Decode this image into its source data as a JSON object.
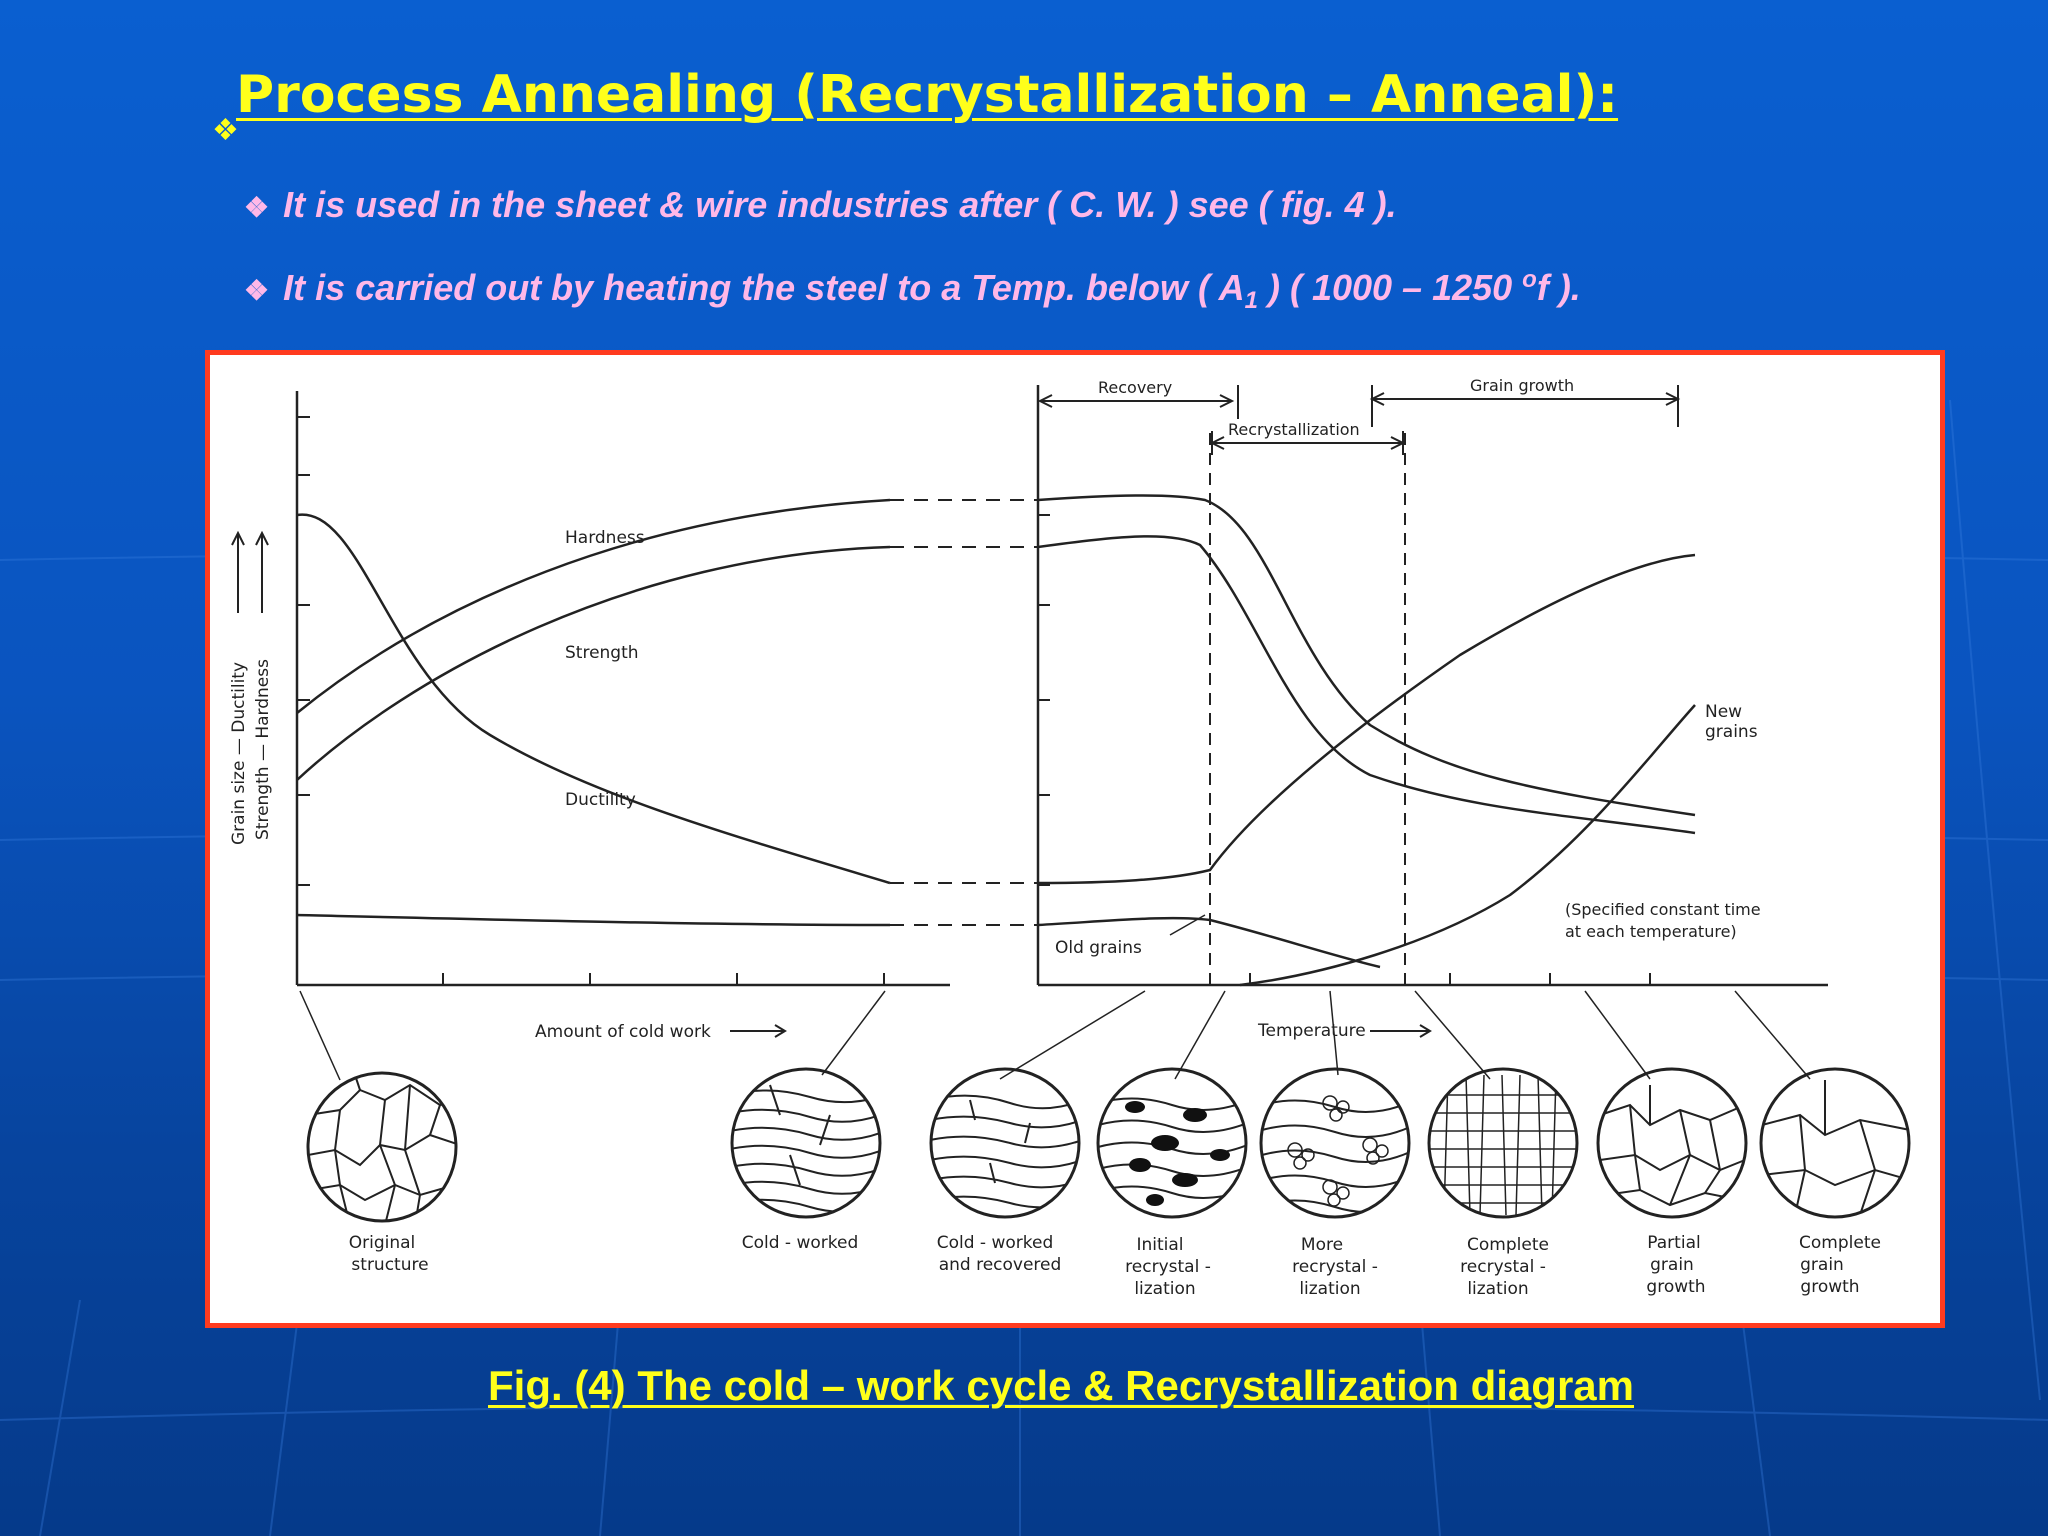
{
  "slide": {
    "title": "Process Annealing (Recrystallization – Anneal):",
    "title_bullet": "❖",
    "bullets": [
      {
        "mark": "❖",
        "text_before": "It is used in the sheet & wire industries after ( C. W. ) see ( fig. 4 ).",
        "subscript": "",
        "text_after": "",
        "superscript": "",
        "text_end": ""
      },
      {
        "mark": "❖",
        "text_before": "It is carried out by heating the steel to a Temp. below ( A",
        "subscript": "1",
        "text_after": " ) ( 1000 – 1250 ",
        "superscript": "o",
        "text_end": "f )."
      }
    ],
    "caption": "Fig. (4) The cold – work cycle & Recrystallization diagram",
    "colors": {
      "background": "#0a57c6",
      "title": "#ffff1a",
      "bullet_text": "#ffb8e8",
      "frame_border": "#ff3b1f"
    }
  },
  "diagram": {
    "y_axis_label_outer": "Grain size — Ductility",
    "y_axis_label_inner": "Strength — Hardness",
    "left_curves": {
      "hardness": "Hardness",
      "strength": "Strength",
      "ductility": "Ductility"
    },
    "x_axis_left": "Amount of cold work",
    "x_axis_right": "Temperature",
    "regions": {
      "recovery": "Recovery",
      "recrystallization": "Recrystallization",
      "grain_growth": "Grain growth"
    },
    "new_grains": [
      "New",
      "grains"
    ],
    "old_grains": "Old grains",
    "note": [
      "(Specified constant time",
      "at each temperature)"
    ],
    "microstructures": [
      {
        "id": "original",
        "lines": [
          "Original",
          "structure"
        ]
      },
      {
        "id": "cold-worked",
        "lines": [
          "Cold - worked"
        ]
      },
      {
        "id": "cold-worked-recovered",
        "lines": [
          "Cold - worked",
          "and recovered"
        ]
      },
      {
        "id": "initial-recrystallization",
        "lines": [
          "Initial",
          "recrystal -",
          "lization"
        ]
      },
      {
        "id": "more-recrystallization",
        "lines": [
          "More",
          "recrystal -",
          "lization"
        ]
      },
      {
        "id": "complete-recrystallization",
        "lines": [
          "Complete",
          "recrystal -",
          "lization"
        ]
      },
      {
        "id": "partial-grain-growth",
        "lines": [
          "Partial",
          "grain",
          "growth"
        ]
      },
      {
        "id": "complete-grain-growth",
        "lines": [
          "Complete",
          "grain",
          "growth"
        ]
      }
    ]
  }
}
